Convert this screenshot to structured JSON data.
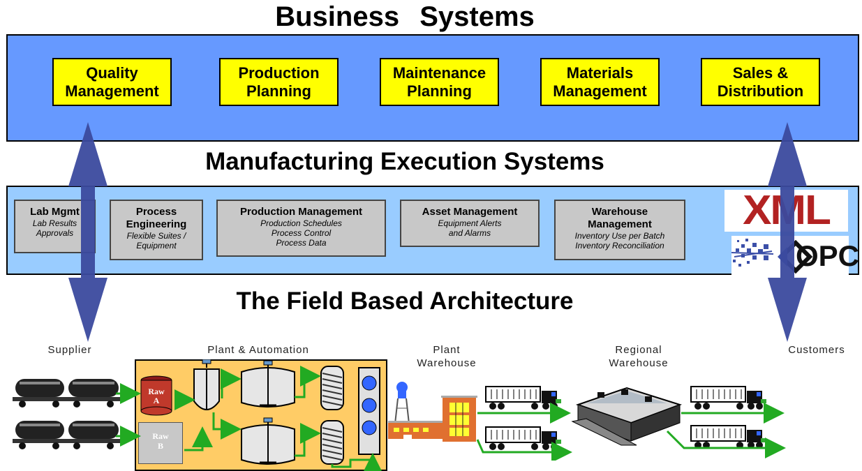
{
  "titles": {
    "business": "Business Systems",
    "mes": "Manufacturing Execution Systems",
    "field": "The Field Based Architecture"
  },
  "business_systems": [
    {
      "line1": "Quality",
      "line2": "Management"
    },
    {
      "line1": "Production",
      "line2": "Planning"
    },
    {
      "line1": "Maintenance",
      "line2": "Planning"
    },
    {
      "line1": "Materials",
      "line2": "Management"
    },
    {
      "line1": "Sales &",
      "line2": "Distribution"
    }
  ],
  "mes_modules": [
    {
      "heading": "Lab Mgmt",
      "details": [
        "Lab Results",
        "Approvals"
      ]
    },
    {
      "heading": "Process Engineering",
      "details": [
        "Flexible Suites /",
        "Equipment"
      ]
    },
    {
      "heading": "Production Management",
      "details": [
        "Production Schedules",
        "Process Control",
        "Process Data"
      ]
    },
    {
      "heading": "Asset Management",
      "details": [
        "Equipment Alerts",
        "and Alarms"
      ]
    },
    {
      "heading": "Warehouse Management",
      "details": [
        "Inventory Use per Batch",
        "Inventory Reconciliation"
      ]
    }
  ],
  "logos": {
    "xml": "XML",
    "opc": "OPC"
  },
  "field_labels": {
    "supplier": "Supplier",
    "plant_automation": "Plant & Automation",
    "plant_warehouse_1": "Plant",
    "plant_warehouse_2": "Warehouse",
    "regional_1": "Regional",
    "regional_2": "Warehouse",
    "customers": "Customers"
  },
  "raw_materials": {
    "a_1": "Raw",
    "a_2": "A",
    "b_1": "Raw",
    "b_2": "B"
  },
  "colors": {
    "business_band": "#6699ff",
    "mes_band": "#99ccff",
    "business_box": "#ffff00",
    "mes_box": "#c8c8c8",
    "arrow": "#3b4a9e",
    "flow": "#22aa22",
    "plant_bg": "#ffcc66",
    "xml_red": "#b22222"
  }
}
